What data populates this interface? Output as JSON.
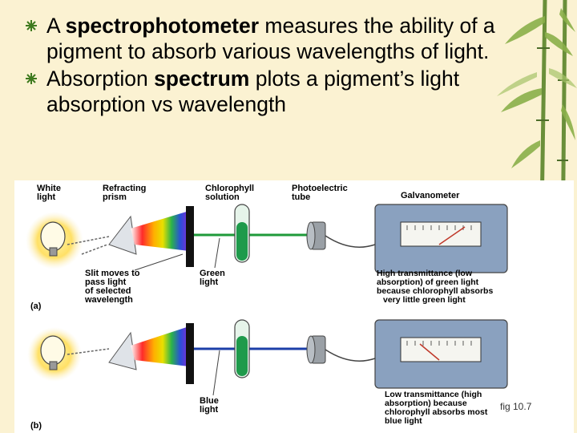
{
  "bullets": [
    {
      "pre": "A ",
      "bold": "spectrophotometer",
      "post": " measures the ability of a pigment to absorb various wavelengths of light."
    },
    {
      "pre": "Absorption ",
      "bold": "spectrum",
      "post": " plots a pigment’s light absorption vs wavelength"
    }
  ],
  "figure": {
    "labels": {
      "white_light": [
        "White",
        "light"
      ],
      "prism": [
        "Refracting",
        "prism"
      ],
      "solution": [
        "Chlorophyll",
        "solution"
      ],
      "tube": [
        "Photoelectric",
        "tube"
      ],
      "galvanometer": "Galvanometer",
      "slit": [
        "Slit moves to",
        "pass light",
        "of selected",
        "wavelength"
      ],
      "green": [
        "Green",
        "light"
      ],
      "high_trans": [
        "High transmittance (low",
        "absorption) of green light",
        "because chlorophyll absorbs",
        "very little green light"
      ],
      "part_a": "(a)",
      "blue": [
        "Blue",
        "light"
      ],
      "low_trans": [
        "Low transmittance (high",
        "absorption) because",
        "chlorophyll absorbs most",
        "blue light"
      ],
      "part_b": "(b)"
    },
    "reference": "fig 10.7"
  },
  "colors": {
    "background": "#fbf2d2",
    "green_beam": "#1f9a3a",
    "blue_beam": "#1c3fa8",
    "meter_body": "#8aa1bf",
    "meter_needle": "#c0392b"
  }
}
